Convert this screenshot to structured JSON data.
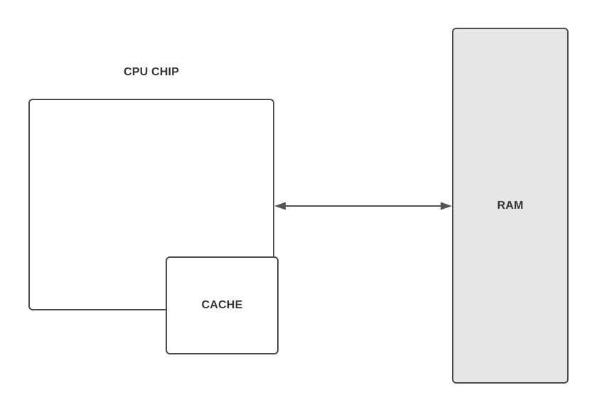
{
  "diagram": {
    "title": "CPU cache and RAM block diagram",
    "background_color": "#ffffff",
    "stroke_color": "#4d4d4d",
    "text_color": "#333333",
    "nodes": {
      "cpu_chip": {
        "label": "CPU CHIP",
        "fill_color": "#ffffff",
        "label_position": "above-box"
      },
      "cache": {
        "label": "CACHE",
        "fill_color": "#ffffff",
        "label_position": "inside-center"
      },
      "ram": {
        "label": "RAM",
        "fill_color": "#e6e6e6",
        "label_position": "inside-center"
      }
    },
    "connectors": [
      {
        "name": "cpu-ram-bus",
        "from": "cpu_chip",
        "to": "ram",
        "arrowheads": "both",
        "style": "solid",
        "color": "#555555",
        "label": ""
      }
    ]
  }
}
